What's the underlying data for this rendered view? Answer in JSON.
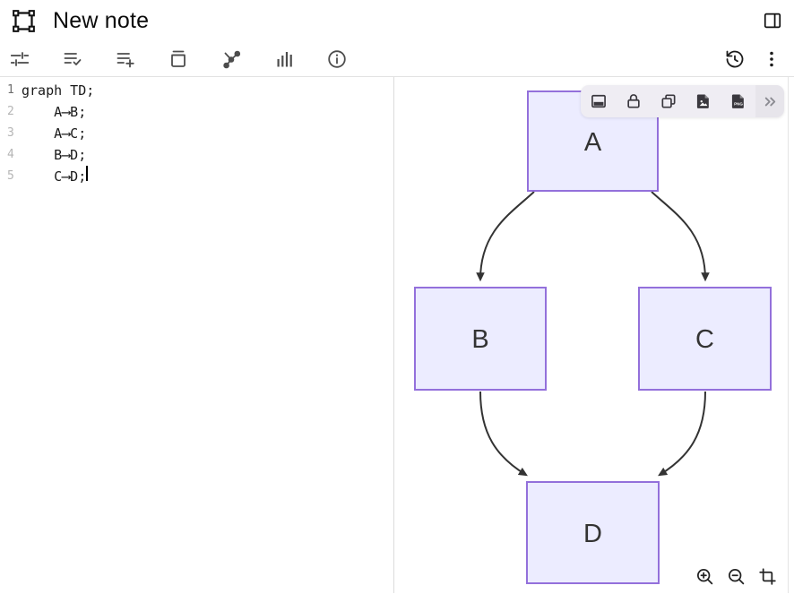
{
  "header": {
    "title": "New note",
    "logo_icon": "frame-select-icon",
    "panel_toggle_icon": "panel-right-icon"
  },
  "toolbar": {
    "left_icons": [
      "sliders-icon",
      "list-check-icon",
      "list-plus-icon",
      "archive-icon",
      "share-graph-icon",
      "bar-chart-icon",
      "info-icon"
    ],
    "right_icons": [
      "history-icon",
      "kebab-menu-icon"
    ]
  },
  "editor": {
    "language": "mermaid",
    "lines": [
      {
        "num": "1",
        "text": "graph TD;"
      },
      {
        "num": "2",
        "text": "    A⟶B;"
      },
      {
        "num": "3",
        "text": "    A⟶C;"
      },
      {
        "num": "4",
        "text": "    B⟶D;"
      },
      {
        "num": "5",
        "text": "    C⟶D;"
      }
    ]
  },
  "diagram": {
    "type": "flowchart-TD",
    "nodes": [
      {
        "id": "A",
        "label": "A"
      },
      {
        "id": "B",
        "label": "B"
      },
      {
        "id": "C",
        "label": "C"
      },
      {
        "id": "D",
        "label": "D"
      }
    ],
    "edges": [
      {
        "from": "A",
        "to": "B"
      },
      {
        "from": "A",
        "to": "C"
      },
      {
        "from": "B",
        "to": "D"
      },
      {
        "from": "C",
        "to": "D"
      }
    ],
    "node_fill": "#ECECFF",
    "node_border": "#9370DB",
    "edge_color": "#333333",
    "label_color": "#333333"
  },
  "float_toolbar": {
    "icons": [
      "panel-bottom-icon",
      "lock-icon",
      "copy-icon",
      "image-export-icon",
      "png-export-icon",
      "chevrons-right-icon"
    ],
    "png_badge": "PNG"
  },
  "zoom_controls": {
    "icons": [
      "zoom-in-icon",
      "zoom-out-icon",
      "crop-icon"
    ]
  }
}
